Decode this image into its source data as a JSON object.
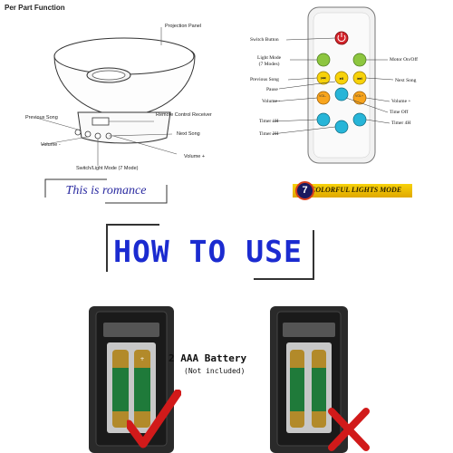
{
  "device_diagram": {
    "title": "Per Part Function",
    "labels": {
      "projection_panel": "Projection Panel",
      "remote_control_receiver": "Remote Control Receiver",
      "previous_song": "Previous Song",
      "next_song": "Next Song",
      "volume_minus": "Volume -",
      "volume_plus": "Volume +",
      "switch_light_mode": "Switch/Light Mode (7 Mode)"
    },
    "banner": "This is romance"
  },
  "remote_diagram": {
    "labels": {
      "switch_button": "Switch Button",
      "light_mode": "Light Mode\n(7 Modes)",
      "motor_on_off": "Motor On/Off",
      "previous_song": "Previous Song",
      "next_song": "Next Song",
      "pause": "Pause",
      "volume_minus": "Volume -",
      "volume_plus": "Volume +",
      "time_off": "Time Off",
      "timer_1h": "Timer 1H",
      "timer_2h": "Timer 2H",
      "timer_4h": "Timer 4H"
    },
    "button_text": {
      "vol_minus": "VOL-",
      "vol_plus": "VOL+"
    },
    "colors": {
      "power": "#d3232a",
      "mode": "#8dc63f",
      "play": "#f7d20a",
      "volume": "#f8a51d",
      "timer": "#27b5d8"
    }
  },
  "badge": {
    "number": "7",
    "text": "COLORFUL LIGHTS MODE"
  },
  "how_to_use": {
    "title": "HOW TO USE",
    "battery": "2 AAA Battery",
    "not_included": "(Not included)",
    "correct_icon": "checkmark-icon",
    "wrong_icon": "cross-icon"
  }
}
